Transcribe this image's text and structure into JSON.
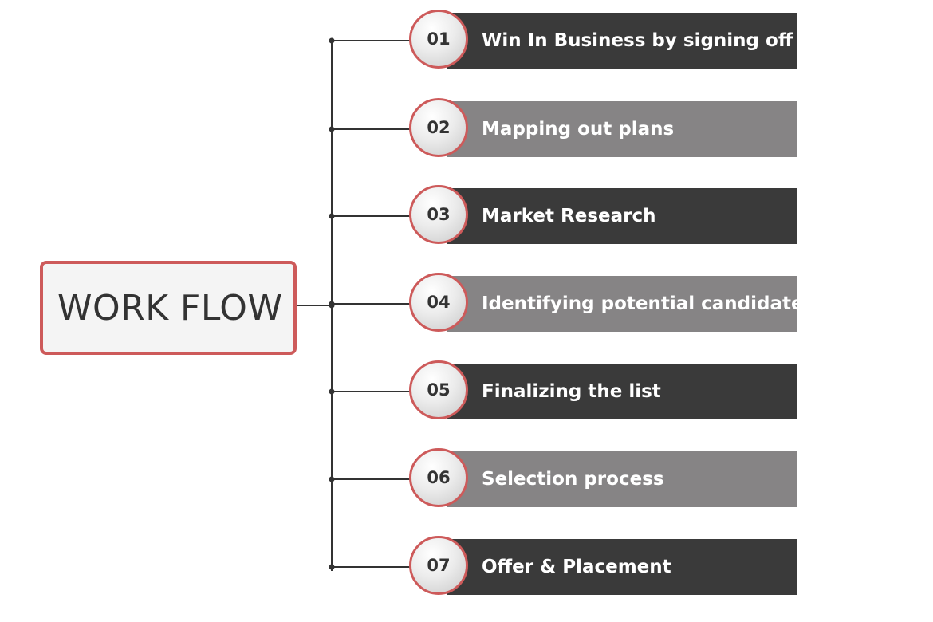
{
  "title": "WORK FLOW",
  "colors": {
    "accent": "#cd5a5a",
    "dark_bar": "#3a3a3a",
    "light_bar": "#868485",
    "connector": "#333333"
  },
  "steps": [
    {
      "number": "01",
      "label": "Win In Business by signing off",
      "shade": "dark"
    },
    {
      "number": "02",
      "label": "Mapping out plans",
      "shade": "light"
    },
    {
      "number": "03",
      "label": "Market Research",
      "shade": "dark"
    },
    {
      "number": "04",
      "label": "Identifying potential candidates",
      "shade": "light"
    },
    {
      "number": "05",
      "label": "Finalizing the list",
      "shade": "dark"
    },
    {
      "number": "06",
      "label": "Selection process",
      "shade": "light"
    },
    {
      "number": "07",
      "label": "Offer & Placement",
      "shade": "dark"
    }
  ]
}
